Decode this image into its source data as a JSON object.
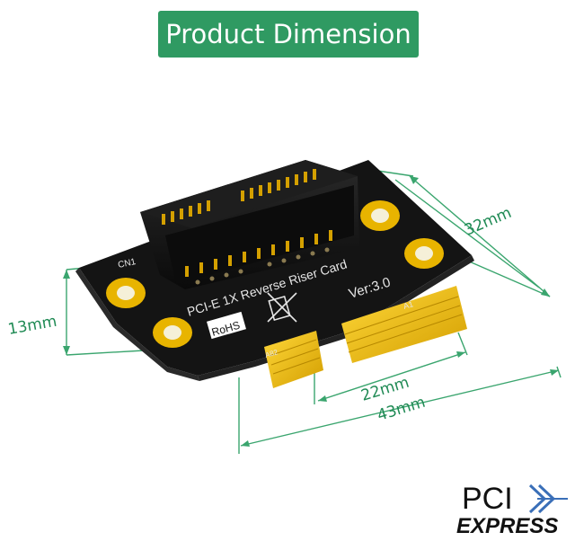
{
  "title": "Product Dimension",
  "board": {
    "silkscreen_main": "PCI-E 1X Reverse Riser Card",
    "version": "Ver:3.0",
    "rohs": "RoHS",
    "cn1": "CN1",
    "a1": "A1",
    "a82": "A82"
  },
  "dimensions": {
    "height": "32mm",
    "thickness": "13mm",
    "finger_width": "22mm",
    "total_width": "43mm"
  },
  "logo": {
    "pci": "PCI",
    "express": "EXPRESS"
  },
  "colors": {
    "title_bg": "#2f9a62",
    "dimension_line": "#3aa56e",
    "board": "#141414",
    "gold": "#e8b400"
  }
}
